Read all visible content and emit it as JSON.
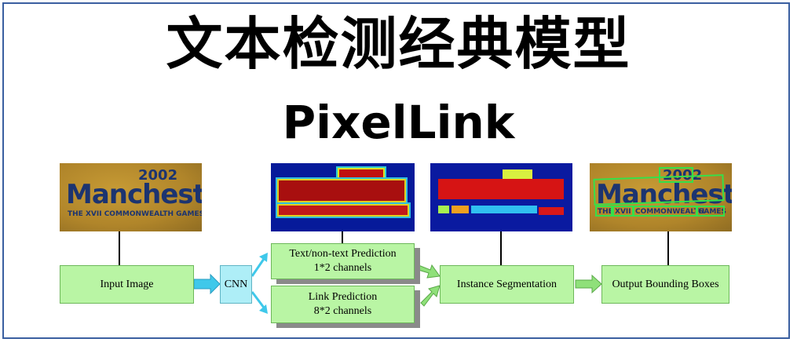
{
  "title_cn": "文本检测经典模型",
  "title_en": "PixelLink",
  "photo": {
    "year": "2002",
    "name": "Manchester",
    "subtitle": "THE XVII COMMONWEALTH GAMES",
    "subtitle_left": "THE",
    "subtitle_mid1": "XVII",
    "subtitle_mid2": "COMMONWEALTH",
    "subtitle_right": "GAMES"
  },
  "boxes": {
    "input": "Input Image",
    "cnn": "CNN",
    "text_pred_line1": "Text/non-text Prediction",
    "text_pred_line2": "1*2 channels",
    "link_pred_line1": "Link Prediction",
    "link_pred_line2": "8*2 channels",
    "instance": "Instance Segmentation",
    "output": "Output Bounding Boxes"
  },
  "colors": {
    "box_green": "#b9f5a4",
    "box_cyan": "#aeeef7",
    "arrow_cyan": "#3fc8ea",
    "arrow_green": "#8fe07a",
    "frame_blue": "#3a5fa0"
  }
}
